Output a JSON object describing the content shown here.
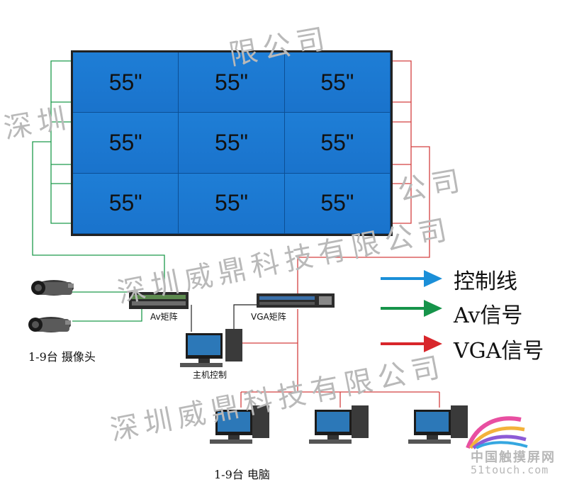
{
  "watermark": {
    "text_long": "深圳威鼎科技有限公司",
    "fragments": [
      "深圳",
      "限公司",
      "公司"
    ]
  },
  "screen": {
    "panels": [
      "55\"",
      "55\"",
      "55\"",
      "55\"",
      "55\"",
      "55\"",
      "55\"",
      "55\"",
      "55\""
    ]
  },
  "devices": {
    "av_matrix_label": "Av矩阵",
    "vga_matrix_label": "VGA矩阵",
    "host_label": "主机控制",
    "cameras_label": "1-9台 摄像头",
    "computers_label": "1-9台 电脑"
  },
  "legend": [
    {
      "label": "控制线",
      "color": "#1b8fd8"
    },
    {
      "label": "Av信号",
      "color": "#16944a"
    },
    {
      "label": "VGA信号",
      "color": "#d8262b"
    }
  ],
  "line_colors": {
    "green": "#1d9a4c",
    "red": "#d44040",
    "black": "#222222"
  },
  "logo": {
    "title": "中国触摸屏网",
    "subtitle": "51touch.com"
  }
}
